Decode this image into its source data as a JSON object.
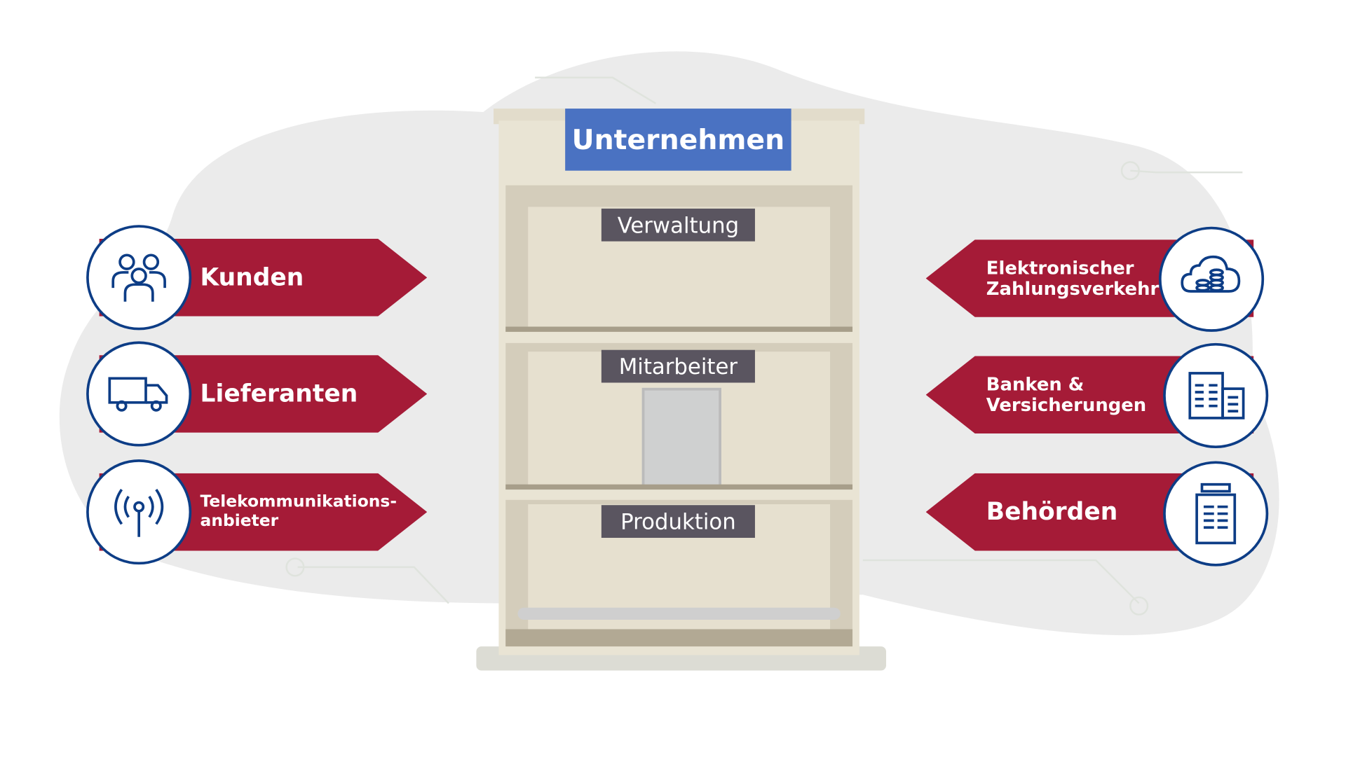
{
  "building": {
    "title": "Unternehmen",
    "floors": [
      "Verwaltung",
      "Mitarbeiter",
      "Produktion"
    ]
  },
  "left_items": [
    {
      "label": "Kunden",
      "icon": "people-icon"
    },
    {
      "label": "Lieferanten",
      "icon": "truck-icon"
    },
    {
      "label": "Telekommunikations-\nanbieter",
      "icon": "antenna-icon"
    }
  ],
  "right_items": [
    {
      "label": "Elektronischer\nZahlungsverkehr",
      "icon": "cloud-coins-icon"
    },
    {
      "label": "Banken &\nVersicherungen",
      "icon": "office-buildings-icon"
    },
    {
      "label": "Behörden",
      "icon": "government-building-icon"
    }
  ],
  "colors": {
    "arrow": "#a51b37",
    "icon": "#0d3d86",
    "title": "#4a72c2",
    "floor_label": "#5a5560"
  }
}
